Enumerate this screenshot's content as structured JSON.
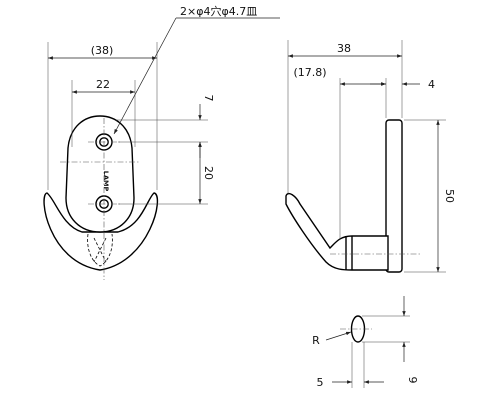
{
  "callout": {
    "hole_spec": "2×φ4穴φ4.7皿"
  },
  "logo_text": "LAMP",
  "front_view": {
    "overall_width": "(38)",
    "hole_span": "22",
    "top_offset": "7",
    "hole_pitch": "20"
  },
  "side_view": {
    "overall_depth": "38",
    "hook_depth": "(17.8)",
    "plate_thickness": "4",
    "height": "50"
  },
  "section_view": {
    "radius_label": "R",
    "width": "5",
    "height": "9"
  },
  "colors": {
    "line": "#000000",
    "dimension": "#222222",
    "background": "#ffffff"
  }
}
